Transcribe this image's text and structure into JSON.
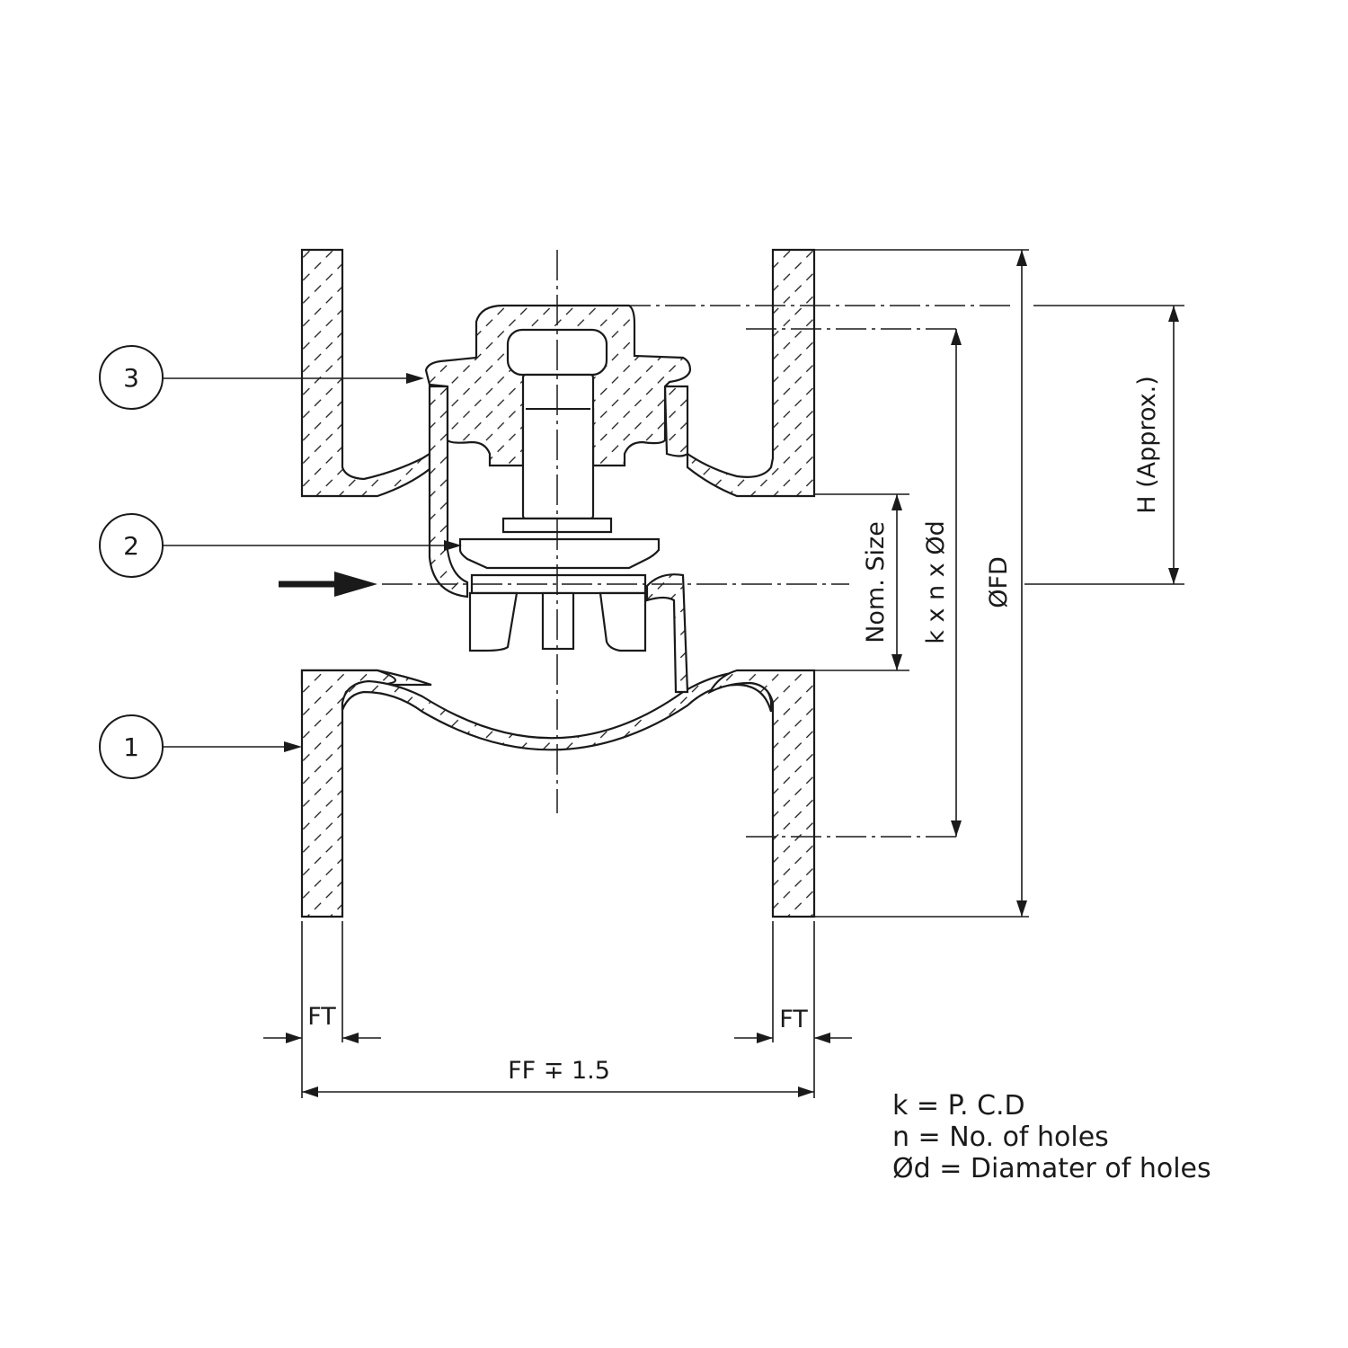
{
  "balloons": {
    "part_1": "1",
    "part_2": "2",
    "part_3": "3"
  },
  "dimensions": {
    "nominal_size": "Nom. Size",
    "bolt_pattern": "k x n x Ød",
    "flange_diameter": "ØFD",
    "height": "H (Approx.)",
    "flange_thickness_left": "FT",
    "flange_thickness_right": "FT",
    "face_to_face": "FF ∓ 1.5"
  },
  "legend": {
    "line_1": "k = P. C.D",
    "line_2": "n = No. of holes",
    "line_3": "Ød = Diamater of holes"
  }
}
